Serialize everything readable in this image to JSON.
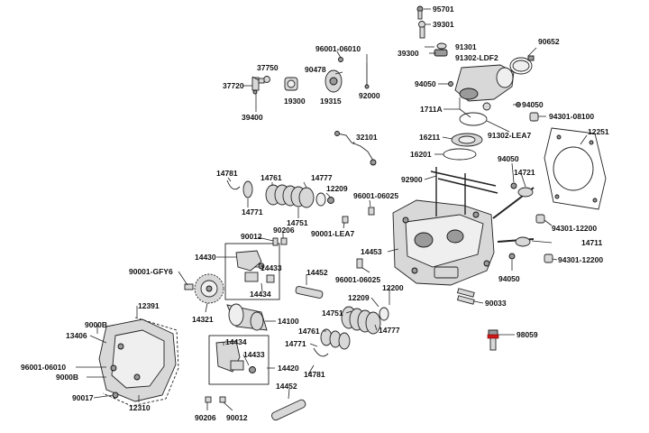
{
  "labels": {
    "95701": "95701",
    "39301": "39301",
    "91301": "91301",
    "39300": "39300",
    "91302_ldf2": "91302-LDF2",
    "90652": "90652",
    "96001_06010_top": "96001-06010",
    "37750": "37750",
    "90478": "90478",
    "37720": "37720",
    "19300": "19300",
    "19315": "19315",
    "92000": "92000",
    "39400": "39400",
    "94050_a": "94050",
    "94050_b": "94050",
    "1711a": "1711A",
    "94301_08100": "94301-08100",
    "91302_lea7": "91302-LEA7",
    "12251": "12251",
    "32101": "32101",
    "16211": "16211",
    "16201": "16201",
    "94050_c": "94050",
    "14781_top": "14781",
    "14761_top": "14761",
    "14777_top": "14777",
    "12209_top": "12209",
    "14771_top": "14771",
    "14751_top": "14751",
    "92900": "92900",
    "14721": "14721",
    "96001_06025_a": "96001-06025",
    "90001_lea7": "90001-LEA7",
    "94301_12200_a": "94301-12200",
    "14711": "14711",
    "90012_top": "90012",
    "90206_top": "90206",
    "14453": "14453",
    "94301_12200_b": "94301-12200",
    "14430": "14430",
    "14433_top": "14433",
    "90001_gfy6": "90001-GFY6",
    "14434_top": "14434",
    "14452_top": "14452",
    "96001_06025_b": "96001-06025",
    "94050_d": "94050",
    "12200": "12200",
    "90033": "90033",
    "14321": "14321",
    "12391": "12391",
    "14100": "14100",
    "12209_bot": "12209",
    "14751_bot": "14751",
    "14761_bot": "14761",
    "14777_bot": "14777",
    "9000b_a": "9000B",
    "13406": "13406",
    "14771_bot": "14771",
    "98059": "98059",
    "14434_bot": "14434",
    "14433_bot": "14433",
    "96001_06010_bot": "96001-06010",
    "14781_bot": "14781",
    "9000b_b": "9000B",
    "14420": "14420",
    "14452_bot": "14452",
    "90017": "90017",
    "12310": "12310",
    "90206_bot": "90206",
    "90012_bot": "90012"
  },
  "colors": {
    "spark_plug_accent": "#d01818",
    "line": "#222222",
    "part_fill": "#d8d8d8"
  },
  "icons": {
    "cylinder_head": "cylinder-head-icon",
    "head_cover": "head-cover-icon",
    "camshaft": "camshaft-icon",
    "cam_sprocket": "cam-sprocket-icon",
    "valve_spring": "valve-spring-icon",
    "valve": "valve-icon",
    "spark_plug": "spark-plug-icon"
  }
}
